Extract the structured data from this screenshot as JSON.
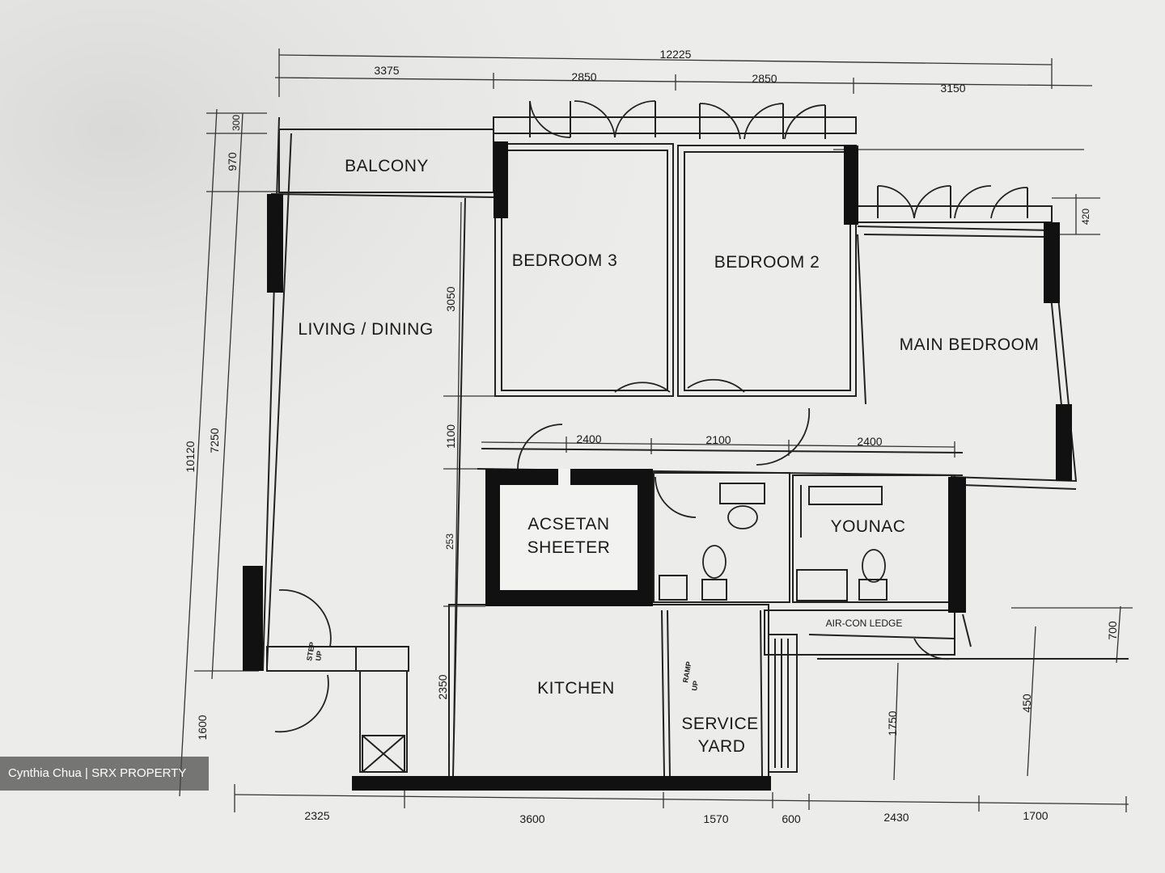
{
  "rooms": {
    "balcony": "BALCONY",
    "bedroom3": "BEDROOM 3",
    "bedroom2": "BEDROOM 2",
    "main_bedroom": "MAIN BEDROOM",
    "living_dining": "LIVING / DINING",
    "household_shelter_line1": "ACSETAN",
    "household_shelter_line2": "SHEETER",
    "bath": "YOUNAC",
    "aircon_ledge": "AIR-CON LEDGE",
    "kitchen": "KITCHEN",
    "service_yard_line1": "SERVICE",
    "service_yard_line2": "YARD",
    "step_up_1": "STEP",
    "step_up_2": "UP",
    "ramp_up_1": "RAMP",
    "ramp_up_2": "UP"
  },
  "dimensions": {
    "overall_width": "12225",
    "top": [
      "3375",
      "2850",
      "2850",
      "3150"
    ],
    "mid": [
      "2400",
      "2100",
      "2400"
    ],
    "bottom": [
      "2325",
      "3600",
      "1570",
      "600",
      "2430",
      "1700"
    ],
    "left_total": "10120",
    "left_inner": "7250",
    "left_bottom": "1600",
    "left_top_a": "970",
    "left_top_b": "300",
    "living_a": "3050",
    "living_b": "1100",
    "living_c": "2350",
    "shelter": "253",
    "right_a": "420",
    "right_b": "700",
    "right_c": "450",
    "yard": "1750"
  },
  "watermark": "Cynthia Chua | SRX PROPERTY"
}
